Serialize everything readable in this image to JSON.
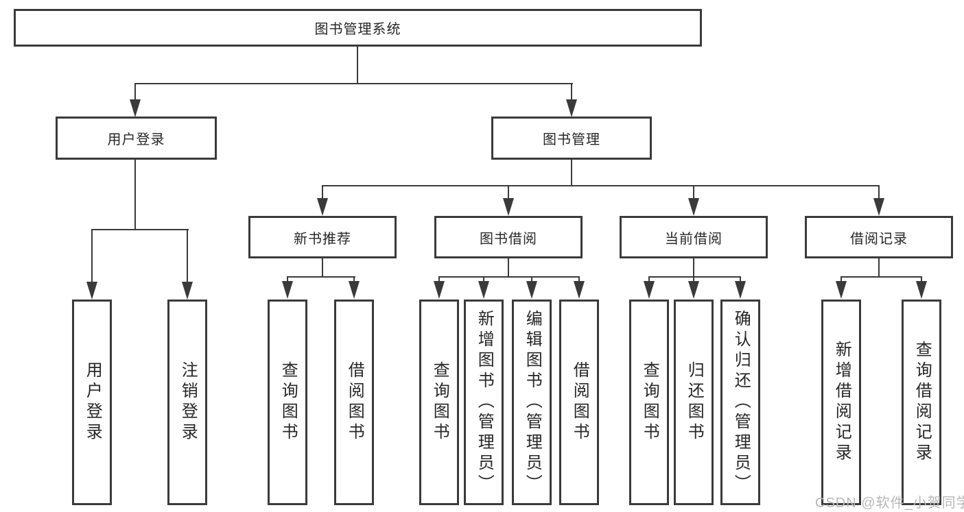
{
  "colors": {
    "line": "#3a3a3a",
    "box_border": "#3a3a3a",
    "box_background": "#ffffff",
    "text": "#262626",
    "watermark": "#b7b7b7"
  },
  "tree": {
    "root": {
      "label": "图书管理系统"
    },
    "branches": [
      {
        "label": "用户登录",
        "children": [
          {
            "label": "用户登录"
          },
          {
            "label": "注销登录"
          }
        ]
      },
      {
        "label": "图书管理",
        "children": [
          {
            "label": "新书推荐",
            "children": [
              {
                "label": "查询图书"
              },
              {
                "label": "借阅图书"
              }
            ]
          },
          {
            "label": "图书借阅",
            "children": [
              {
                "label": "查询图书"
              },
              {
                "label": "新增图书（管理员）"
              },
              {
                "label": "编辑图书（管理员）"
              },
              {
                "label": "借阅图书"
              }
            ]
          },
          {
            "label": "当前借阅",
            "children": [
              {
                "label": "查询图书"
              },
              {
                "label": "归还图书"
              },
              {
                "label": "确认归还（管理员）"
              }
            ]
          },
          {
            "label": "借阅记录",
            "children": [
              {
                "label": "新增借阅记录"
              },
              {
                "label": "查询借阅记录"
              }
            ]
          }
        ]
      }
    ]
  },
  "watermark": {
    "text": "CSDN @软件_小贺同学"
  }
}
